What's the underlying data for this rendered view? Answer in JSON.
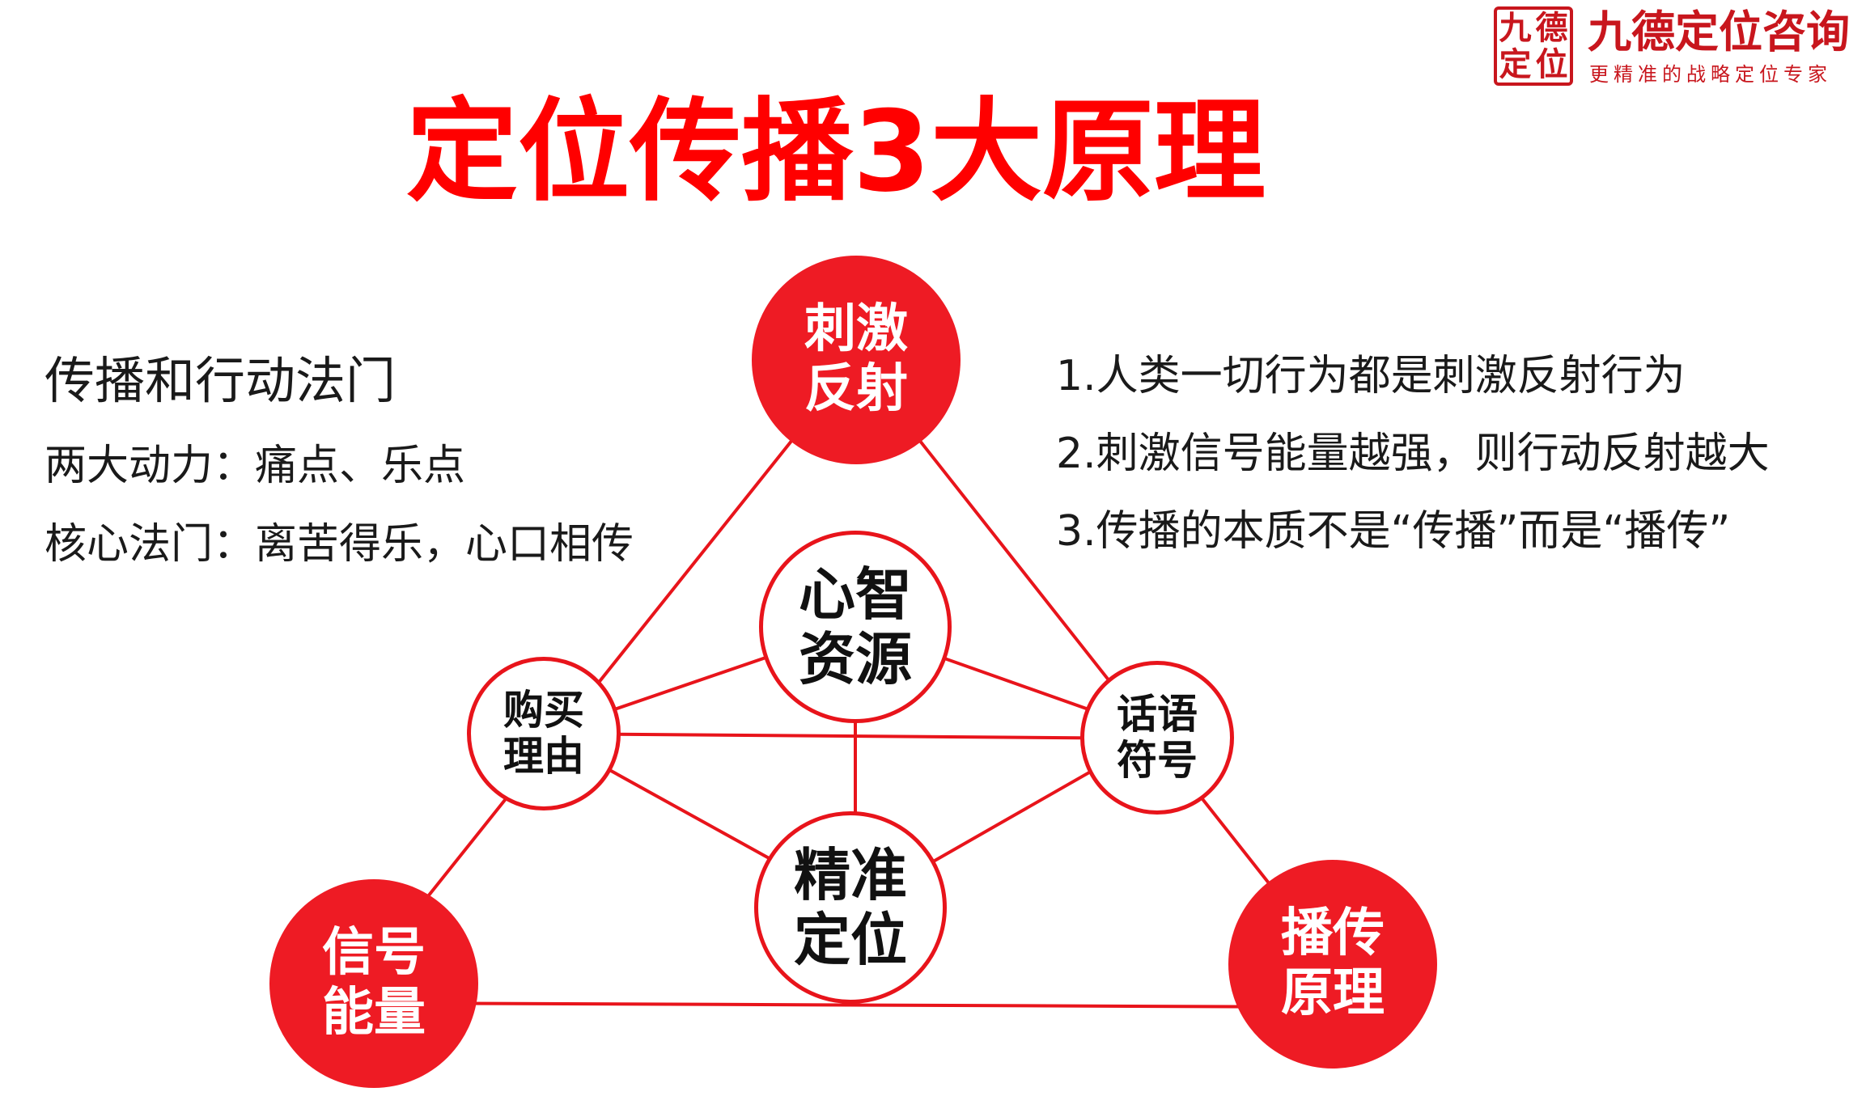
{
  "logo": {
    "seal_chars": [
      "九",
      "德",
      "定",
      "位"
    ],
    "name": "九德定位咨询",
    "slogan": "更精准的战略定位专家",
    "brand_color": "#c8161d"
  },
  "title": "定位传播3大原理",
  "left_block": {
    "heading": "传播和行动法门",
    "lines": [
      "两大动力：痛点、乐点",
      "核心法门：离苦得乐，心口相传"
    ]
  },
  "principles": [
    "1.人类一切行为都是刺激反射行为",
    "2.刺激信号能量越强，则行动反射越大",
    "3.传播的本质不是“传播”而是“播传”"
  ],
  "diagram": {
    "colors": {
      "primary_fill": "#ee1b24",
      "line": "#e8141b",
      "title": "#ff0000"
    },
    "nodes": {
      "top": {
        "line1": "刺激",
        "line2": "反射"
      },
      "bottom_left": {
        "line1": "信号",
        "line2": "能量"
      },
      "bottom_right": {
        "line1": "播传",
        "line2": "原理"
      },
      "mind": {
        "line1": "心智",
        "line2": "资源"
      },
      "precise": {
        "line1": "精准",
        "line2": "定位"
      },
      "reason": {
        "line1": "购买",
        "line2": "理由"
      },
      "symbol": {
        "line1": "话语",
        "line2": "符号"
      }
    }
  }
}
